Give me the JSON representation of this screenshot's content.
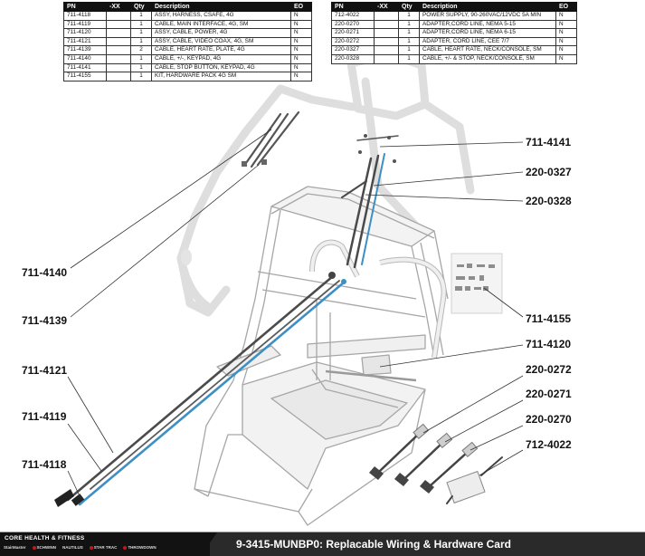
{
  "tables": {
    "headers": [
      "PN",
      "-XX",
      "Qty",
      "Description",
      "EO"
    ],
    "left": [
      {
        "pn": "711-4118",
        "xx": "",
        "qty": "1",
        "desc": "ASSY, HARNESS, CSAFE, 4G",
        "eo": "N"
      },
      {
        "pn": "711-4119",
        "xx": "",
        "qty": "1",
        "desc": "CABLE, MAIN INTERFACE, 4G, SM",
        "eo": "N"
      },
      {
        "pn": "711-4120",
        "xx": "",
        "qty": "1",
        "desc": "ASSY, CABLE, POWER, 4G",
        "eo": "N"
      },
      {
        "pn": "711-4121",
        "xx": "",
        "qty": "1",
        "desc": "ASSY, CABLE, VIDEO COAX, 4G, SM",
        "eo": "N"
      },
      {
        "pn": "711-4139",
        "xx": "",
        "qty": "2",
        "desc": "CABLE, HEART RATE, PLATE, 4G",
        "eo": "N"
      },
      {
        "pn": "711-4140",
        "xx": "",
        "qty": "1",
        "desc": "CABLE, +/-, KEYPAD, 4G",
        "eo": "N"
      },
      {
        "pn": "711-4141",
        "xx": "",
        "qty": "1",
        "desc": "CABLE, STOP BUTTON, KEYPAD, 4G",
        "eo": "N"
      },
      {
        "pn": "711-4155",
        "xx": "",
        "qty": "1",
        "desc": "KIT, HARDWARE PACK 4G SM",
        "eo": "N"
      }
    ],
    "right": [
      {
        "pn": "712-4022",
        "xx": "",
        "qty": "1",
        "desc": "POWER SUPPLY, 90-260VAC/12VDC 5A MIN",
        "eo": "N"
      },
      {
        "pn": "220-0270",
        "xx": "",
        "qty": "1",
        "desc": "ADAPTER,CORD LINE, NEMA 5-15",
        "eo": "N"
      },
      {
        "pn": "220-0271",
        "xx": "",
        "qty": "1",
        "desc": "ADAPTER,CORD LINE, NEMA 6-15",
        "eo": "N"
      },
      {
        "pn": "220-0272",
        "xx": "",
        "qty": "1",
        "desc": "ADAPTER, CORD LINE, CEE 7/7",
        "eo": "N"
      },
      {
        "pn": "220-0327",
        "xx": "",
        "qty": "1",
        "desc": "CABLE, HEART RATE, NECK/CONSOLE, SM",
        "eo": "N"
      },
      {
        "pn": "220-0328",
        "xx": "",
        "qty": "1",
        "desc": "CABLE, +/- & STOP, NECK/CONSOLE, SM",
        "eo": "N"
      }
    ]
  },
  "callouts": {
    "c4141": "711-4141",
    "c0327": "220-0327",
    "c0328": "220-0328",
    "c4140": "711-4140",
    "c4139": "711-4139",
    "c4155": "711-4155",
    "c4120": "711-4120",
    "c4121": "711-4121",
    "c0272": "220-0272",
    "c0271": "220-0271",
    "c4119": "711-4119",
    "c0270": "220-0270",
    "c4022": "712-4022",
    "c4118": "711-4118"
  },
  "footer": {
    "company": "CORE HEALTH & FITNESS",
    "brands": [
      "StairMaster",
      "SCHWINN",
      "NAUTILUS",
      "STAR TRAC",
      "THROWDOWN"
    ],
    "title": "9-3415-MUNBP0: Replacable Wiring & Hardware Card"
  },
  "colors": {
    "cable_blue": "#3d8fc4",
    "frame_gray": "#a8a8a8",
    "ghost_gray": "#dcdcdc",
    "footer_dark": "#1b1b1b"
  }
}
